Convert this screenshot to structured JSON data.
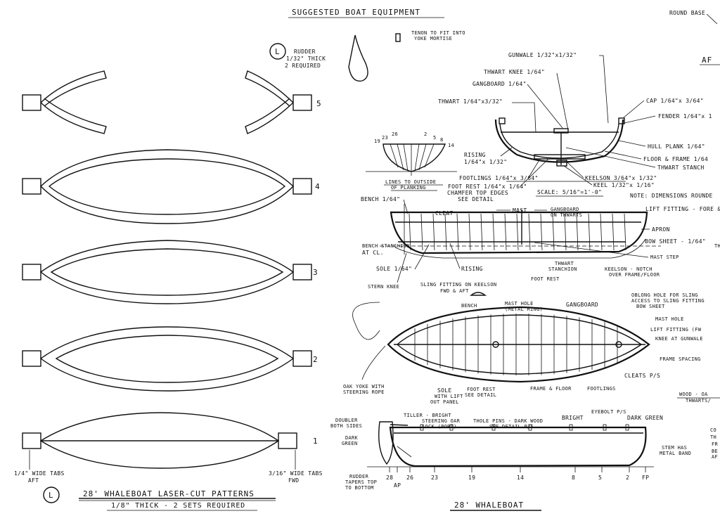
{
  "titles": {
    "equipment": "SUGGESTED BOAT EQUIPMENT",
    "patterns": "28' WHALEBOAT LASER-CUT PATTERNS",
    "patterns_sub": "1/8\" THICK - 2 SETS REQUIRED",
    "boat": "28' WHALEBOAT",
    "round_base": "ROUND BASE",
    "aft_partial": "AF",
    "th_partial": "TH"
  },
  "rudder": {
    "circle_label": "L",
    "note": [
      "RUDDER",
      "1/32\" THICK",
      "2 REQUIRED"
    ],
    "tenon": [
      "TENON TO FIT INTO",
      "YOKE MORTISE"
    ]
  },
  "patterns": {
    "numbers": [
      "5",
      "4",
      "3",
      "2",
      "1"
    ],
    "tabs_aft": [
      "1/4\" WIDE TABS",
      "AFT"
    ],
    "tabs_fwd": [
      "3/16\" WIDE TABS",
      "FWD"
    ],
    "circle_label": "L"
  },
  "section_labels": {
    "gunwale": "GUNWALE 1/32\"x1/32\"",
    "thwart_knee": "THWART KNEE 1/64\"",
    "gangboard": "GANGBOARD 1/64\"",
    "thwart": "THWART 1/64\"x3/32\"",
    "cap": "CAP 1/64\"x 3/64\"",
    "fender": "FENDER 1/64\"x 1",
    "hull_plank": "HULL PLANK 1/64\"",
    "floor_frame": "FLOOR & FRAME 1/64",
    "thwart_stanchion": "THWART STANCH",
    "rising": [
      "RISING",
      "1/64\"x 1/32\""
    ],
    "footlings": "FOOTLINGS 1/64\"x 3/64\"",
    "foot_rest": [
      "FOOT REST 1/64\"x 1/64\"",
      "CHAMFER TOP EDGES",
      "SEE DETAIL"
    ],
    "keelson": "KEELSON 3/64\"x 1/32\"",
    "keel": "KEEL 1/32\"x 1/16\"",
    "scale": "SCALE: 5/16\"=1'-0\"",
    "note": "NOTE: DIMENSIONS ROUNDE",
    "lines_note": [
      "LINES TO OUTSIDE",
      "OF PLANKING"
    ],
    "frame_nums": [
      "19",
      "23",
      "26",
      "2",
      "5",
      "8",
      "14"
    ]
  },
  "profile_labels": {
    "bench": "BENCH 1/64\"",
    "cleat": "CLEAT",
    "mast": "MAST",
    "gangboard_thwarts": [
      "GANGBOARD",
      "ON THWARTS"
    ],
    "lift_fitting": "LIFT FITTING - FORE &",
    "apron": "APRON",
    "bow_sheet": "BOW SHEET - 1/64\"",
    "mast_step": "MAST STEP",
    "bench_stanchion": [
      "BENCH STANCHION",
      "AT CL."
    ],
    "sole": "SOLE 1/64\"",
    "rising": "RISING",
    "thwart_stanchion": [
      "THWART",
      "STANCHION"
    ],
    "keelson_notch": [
      "KEELSON - NOTCH",
      "OVER FRAME/FLOOR"
    ],
    "foot_rest": "FOOT REST",
    "stern_knee": "STERN KNEE",
    "sling_fitting": [
      "SLING FITTING ON KEELSON",
      "FWD & AFT"
    ]
  },
  "plan_labels": {
    "bench": "BENCH",
    "mast_hole_ring": [
      "MAST HOLE",
      "(METAL RING)"
    ],
    "gangboard": "GANGBOARD",
    "oblong_hole": [
      "OBLONG HOLE FOR SLING",
      "ACCESS TO SLING FITTING"
    ],
    "bow_sheet": "BOW SHEET",
    "mast_hole": "MAST HOLE",
    "lift_fitting": "LIFT FITTING (FW",
    "knee_gunwale": "KNEE AT GUNWALE",
    "frame_spacing": "FRAME SPACING",
    "cleats": "CLEATS P/S",
    "sole": [
      "SOLE",
      "WITH LIFT",
      "OUT PANEL"
    ],
    "foot_rest": [
      "FOOT REST",
      "SEE DETAIL"
    ],
    "frame_floor": "FRAME & FLOOR",
    "footlings": "FOOTLINGS",
    "oak_yoke": [
      "OAK YOKE WITH",
      "STEERING ROPE"
    ],
    "wood": [
      "WOOD - OA",
      "THWARTS/"
    ]
  },
  "elevation_labels": {
    "tiller": [
      "TILLER - BRIGHT",
      "STEERING OAR",
      "LOCK (PORT)"
    ],
    "thole_pins": [
      "THOLE PINS - DARK WOOD",
      "SEE DETAIL P/S"
    ],
    "bright": "BRIGHT",
    "eyebolt": "EYEBOLT P/S",
    "dark_green_right": "DARK GREEN",
    "doubler": [
      "DOUBLER",
      "BOTH SIDES"
    ],
    "dark_green_left": [
      "DARK",
      "GREEN"
    ],
    "stem_band": [
      "STEM HAS",
      "METAL BAND"
    ],
    "rudder_tapers": [
      "RUDDER",
      "TAPERS TOP",
      "TO BOTTOM"
    ],
    "stations": [
      "28",
      "AP",
      "26",
      "23",
      "19",
      "14",
      "8",
      "5",
      "2",
      "FP"
    ],
    "midship": "¤",
    "right_cut": [
      "CO",
      "TH",
      "FR",
      "BE",
      "AF"
    ]
  },
  "right_cut_misc": [
    "CO",
    "TH"
  ]
}
